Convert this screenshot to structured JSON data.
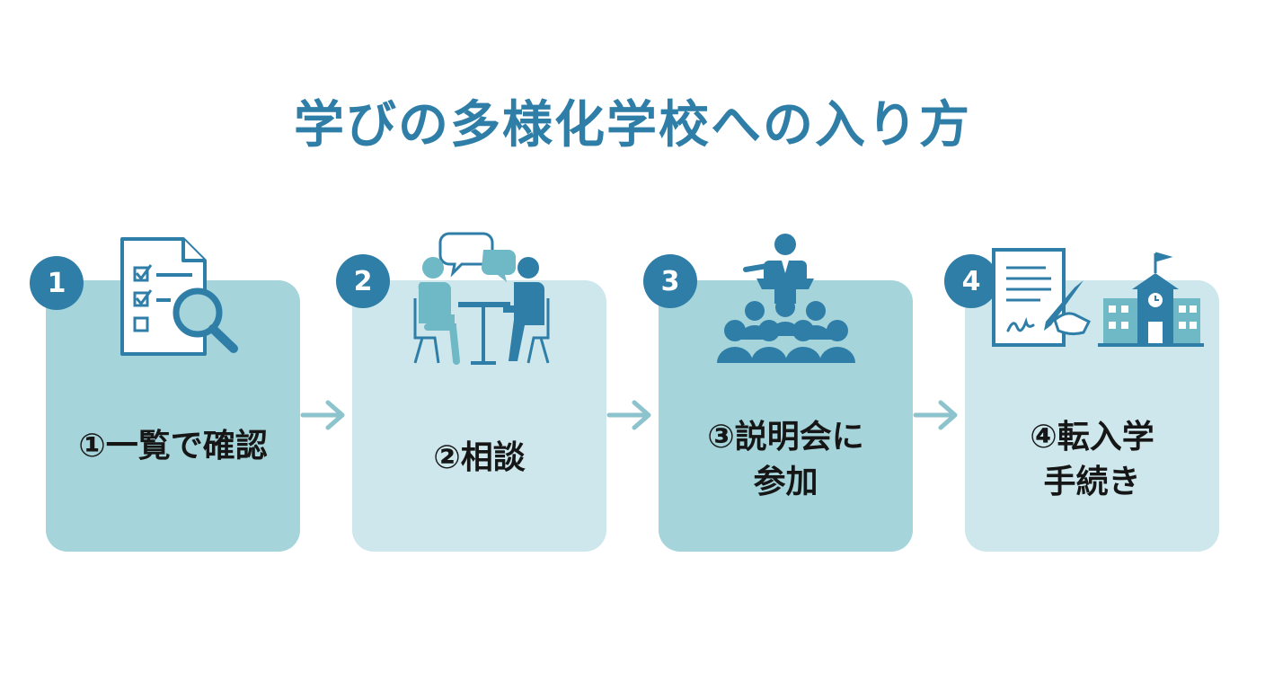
{
  "title": "学びの多様化学校への入り方",
  "colors": {
    "accent": "#2f7ea8",
    "card_dark": "#a5d4da",
    "card_light": "#cde7ec",
    "arrow": "#8cc3cc",
    "text": "#161616"
  },
  "steps": [
    {
      "number": "1",
      "label_lines": [
        "①一覧で確認"
      ],
      "icon": "checklist-search-icon"
    },
    {
      "number": "2",
      "label_lines": [
        "②相談"
      ],
      "icon": "consultation-icon"
    },
    {
      "number": "3",
      "label_lines": [
        "③説明会に",
        "参加"
      ],
      "icon": "briefing-session-icon"
    },
    {
      "number": "4",
      "label_lines": [
        "④転入学",
        "手続き"
      ],
      "icon": "transfer-procedure-icon"
    }
  ]
}
